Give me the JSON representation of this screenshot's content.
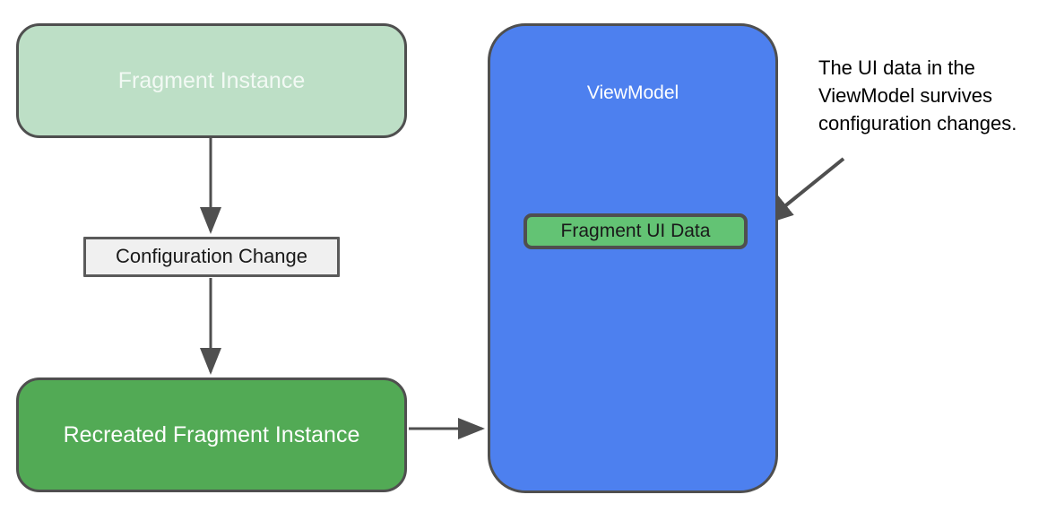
{
  "diagram": {
    "title": "ViewModel survives configuration changes",
    "colors": {
      "faded_green": "#bddfc6",
      "solid_green": "#52aa55",
      "inner_green": "#63c374",
      "blue": "#4d80ef",
      "gray_box": "#f0f0f0",
      "stroke": "#4f4f4f",
      "text_dark": "#1a1a1a",
      "text_light": "#ffffff"
    },
    "nodes": {
      "fragment_instance": {
        "label": "Fragment Instance",
        "state": "faded"
      },
      "configuration_change": {
        "label": "Configuration Change"
      },
      "recreated_fragment": {
        "label": "Recreated Fragment Instance"
      },
      "viewmodel": {
        "label": "ViewModel"
      },
      "fragment_ui_data": {
        "label": "Fragment UI Data"
      }
    },
    "annotation": {
      "lines": [
        "The UI data in the",
        "ViewModel survives",
        "configuration changes."
      ],
      "line1": "The UI data in the",
      "line2": "ViewModel survives",
      "line3": "configuration changes."
    },
    "connectors": [
      {
        "name": "fragment-to-config",
        "from": "fragment_instance",
        "to": "configuration_change",
        "direction": "down"
      },
      {
        "name": "config-to-recreated",
        "from": "configuration_change",
        "to": "recreated_fragment",
        "direction": "down"
      },
      {
        "name": "recreated-to-viewmodel",
        "from": "recreated_fragment",
        "to": "viewmodel",
        "direction": "right"
      },
      {
        "name": "annotation-to-ui-data",
        "from": "annotation",
        "to": "fragment_ui_data",
        "direction": "down-left"
      }
    ]
  }
}
